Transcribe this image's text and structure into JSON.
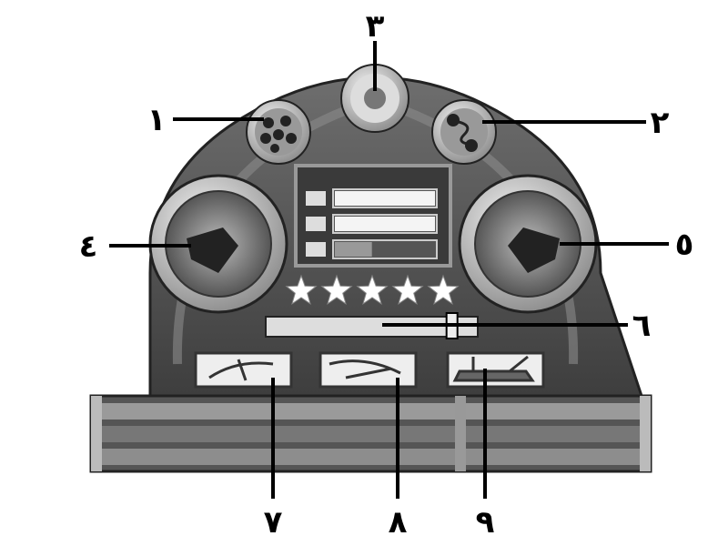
{
  "callouts": {
    "c1": "١",
    "c2": "٢",
    "c3": "٣",
    "c4": "٤",
    "c5": "٥",
    "c6": "٦",
    "c7": "٧",
    "c8": "٨",
    "c9": "٩"
  },
  "status_bars": [
    {
      "icon": "crew-icon",
      "fill": 1.0
    },
    {
      "icon": "cargo-icon",
      "fill": 1.0
    },
    {
      "icon": "ship-icon",
      "fill": 0.37
    }
  ],
  "rating_stars": 5,
  "slider_value": 0.93,
  "colors": {
    "panel": "#5a5a5a",
    "metal": "#cfcfcf",
    "outline": "#000000"
  }
}
